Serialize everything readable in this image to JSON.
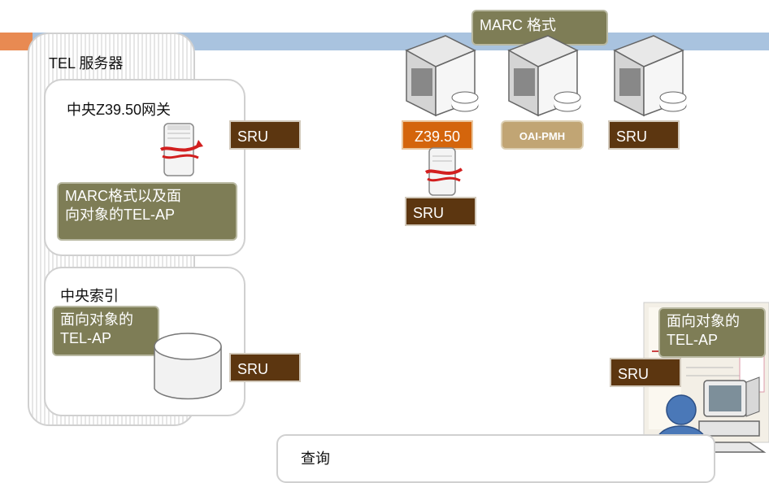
{
  "tel_server": {
    "title": "TEL 服务器"
  },
  "gateway": {
    "title": "中央Z39.50网关",
    "note_line1": "MARC格式以及面",
    "note_line2": "向对象的TEL-AP",
    "sru": "SRU"
  },
  "central_index": {
    "title": "中央索引",
    "note_line1": "面向对象的",
    "note_line2": "TEL-AP",
    "sru": "SRU"
  },
  "servers": {
    "format_label": "MARC 格式",
    "z3950": "Z39.50",
    "z3950_sru": "SRU",
    "oai": "OAI-PMH",
    "sru": "SRU"
  },
  "client": {
    "note_line1": "面向对象的",
    "note_line2": "TEL-AP",
    "sru": "SRU"
  },
  "query": {
    "label": "查询"
  },
  "colors": {
    "band_orange": "#e88a52",
    "band_blue": "#a9c3df",
    "olive": "#7e7d56",
    "sru_brown": "#5c3610",
    "z3950_orange": "#d4650c",
    "oai_tan": "#c1a574"
  }
}
